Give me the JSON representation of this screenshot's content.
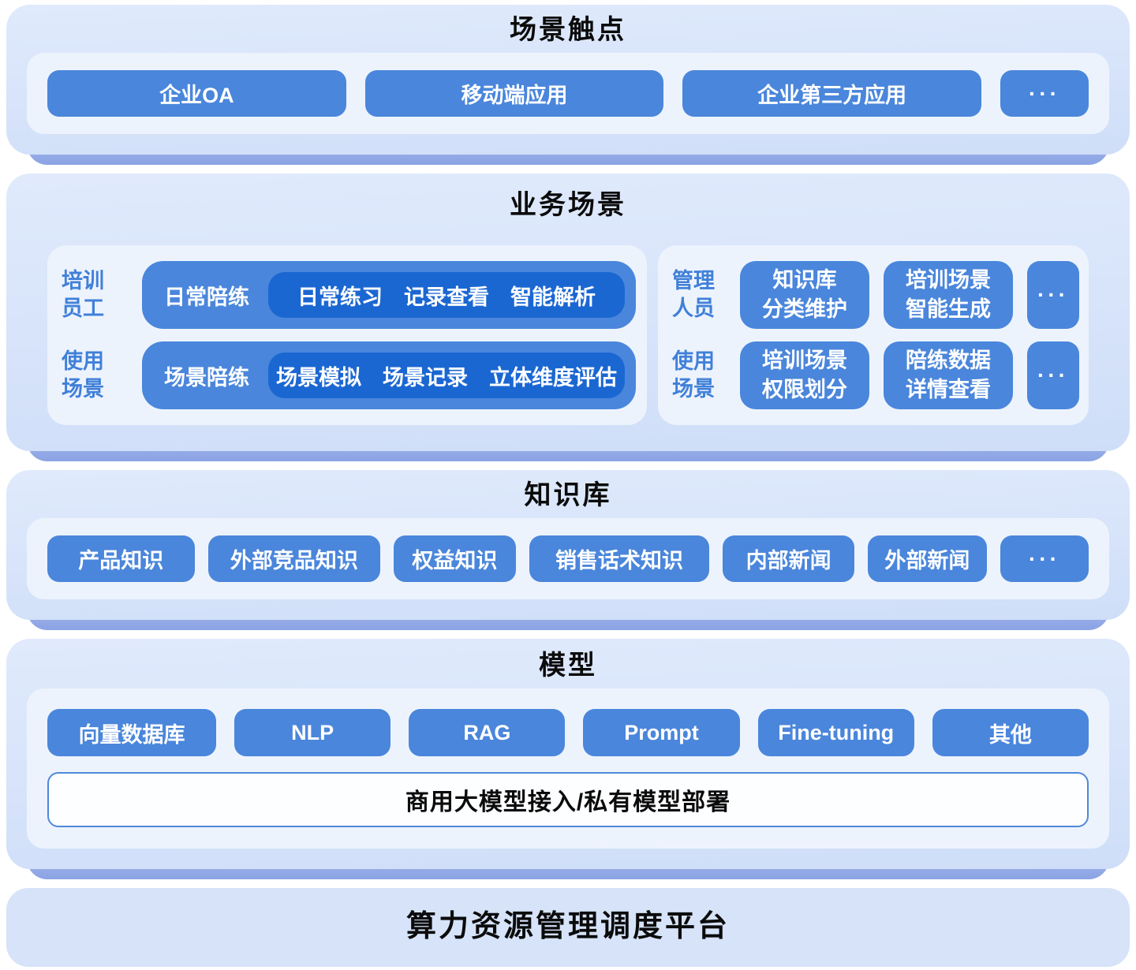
{
  "colors": {
    "accent_blue": "#4a86db",
    "accent_dark_blue": "#1b67d2",
    "label_blue": "#4080d8",
    "panel_top": "#e0eafc",
    "panel_bottom": "#cfdef8",
    "inner_white": "#edf3fd",
    "shadow_top": "#b3c4f0",
    "shadow_bottom": "#8ba3e4",
    "banner_border": "#4f89db",
    "banner_bg": "#fdfeff",
    "bottom_bg": "#d6e3f9",
    "title_black": "#0b0b0b"
  },
  "touchpoints": {
    "title": "场景触点",
    "items": [
      "企业OA",
      "移动端应用",
      "企业第三方应用"
    ],
    "more": "···"
  },
  "business": {
    "title": "业务场景",
    "left": {
      "rows": [
        {
          "label": "培训\n员工",
          "pill_label": "日常陪练",
          "pill_detail": "日常练习　记录查看　智能解析"
        },
        {
          "label": "使用\n场景",
          "pill_label": "场景陪练",
          "pill_detail": "场景模拟　场景记录　立体维度评估"
        }
      ]
    },
    "right": {
      "rows": [
        {
          "label": "管理\n人员",
          "items": [
            "知识库\n分类维护",
            "培训场景\n智能生成"
          ],
          "more": "···"
        },
        {
          "label": "使用\n场景",
          "items": [
            "培训场景\n权限划分",
            "陪练数据\n详情查看"
          ],
          "more": "···"
        }
      ]
    }
  },
  "knowledge": {
    "title": "知识库",
    "items": [
      "产品知识",
      "外部竞品知识",
      "权益知识",
      "销售话术知识",
      "内部新闻",
      "外部新闻"
    ],
    "more": "···"
  },
  "model": {
    "title": "模型",
    "items": [
      "向量数据库",
      "NLP",
      "RAG",
      "Prompt",
      "Fine-tuning",
      "其他"
    ],
    "banner": "商用大模型接入/私有模型部署"
  },
  "compute": {
    "title": "算力资源管理调度平台"
  }
}
